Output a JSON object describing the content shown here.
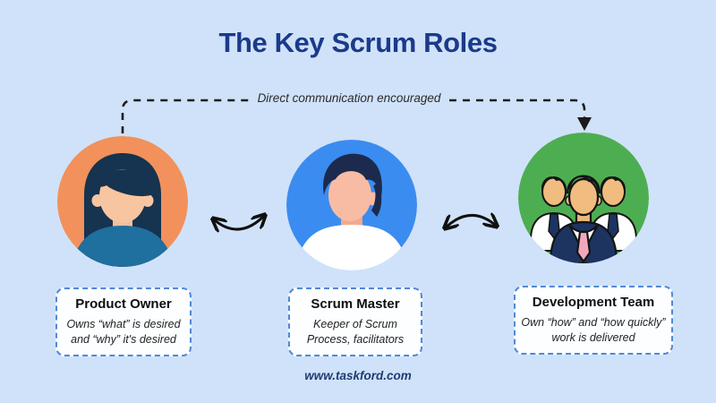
{
  "title": "The Key Scrum Roles",
  "connector": {
    "label": "Direct communication encouraged"
  },
  "roles": [
    {
      "id": "product-owner",
      "name": "Product Owner",
      "description": "Owns “what” is desired and “why” it's desired",
      "avatar_icon": "woman-avatar-icon",
      "circle_color": "#F2915B"
    },
    {
      "id": "scrum-master",
      "name": "Scrum Master",
      "description": "Keeper of Scrum Process, facilitators",
      "avatar_icon": "man-avatar-icon",
      "circle_color": "#3B8CF0"
    },
    {
      "id": "development-team",
      "name": "Development Team",
      "description": "Own “how” and “how quickly” work is delivered",
      "avatar_icon": "team-avatar-icon",
      "circle_color": "#4DAE51"
    }
  ],
  "footer": {
    "website": "www.taskford.com"
  },
  "colors": {
    "background": "#CFE2F9",
    "title_text": "#1B3A8A",
    "card_border": "#5089D6",
    "line_ink": "#1A1A1A"
  }
}
